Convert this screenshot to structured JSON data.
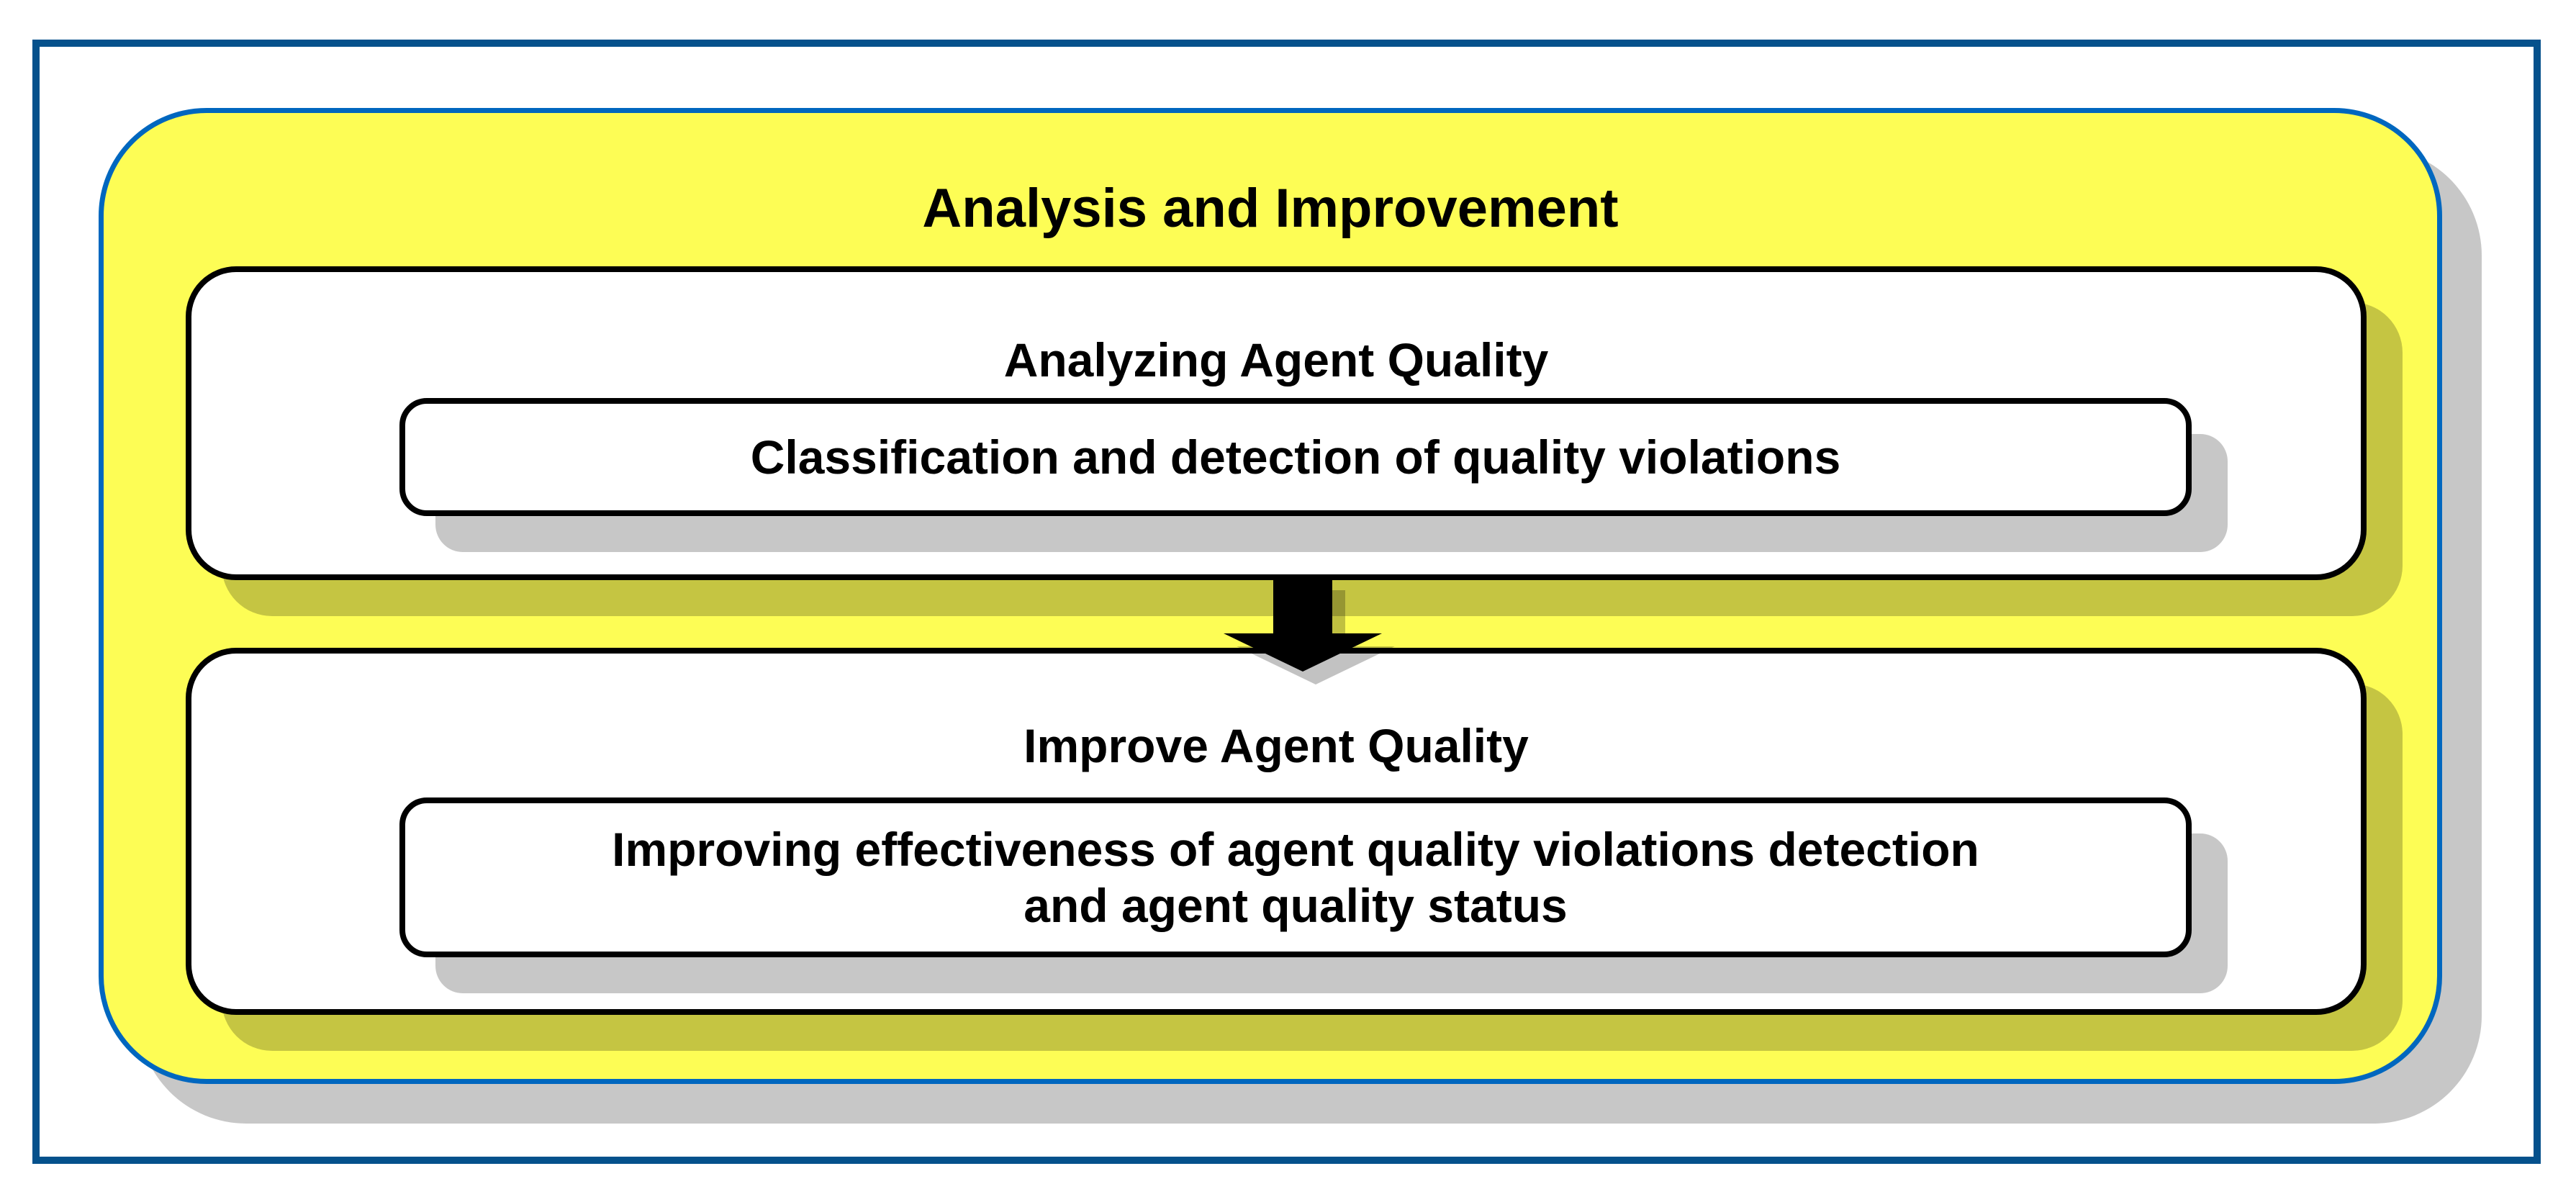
{
  "diagram": {
    "title": "Analysis and Improvement",
    "stages": [
      {
        "title": "Analyzing Agent Quality",
        "details": [
          "Classification and detection of quality violations"
        ]
      },
      {
        "title": "Improve Agent Quality",
        "details": [
          "Improving effectiveness of agent quality violations detection",
          "and agent quality status"
        ]
      }
    ],
    "connector": "down-arrow",
    "colors": {
      "outer_border": "#05518C",
      "container_border": "#0067BF",
      "container_fill": "#FDFD55",
      "box_border": "#000000",
      "box_fill": "#FFFFFF",
      "shadow": "#C6C6C6",
      "text": "#000000"
    }
  }
}
